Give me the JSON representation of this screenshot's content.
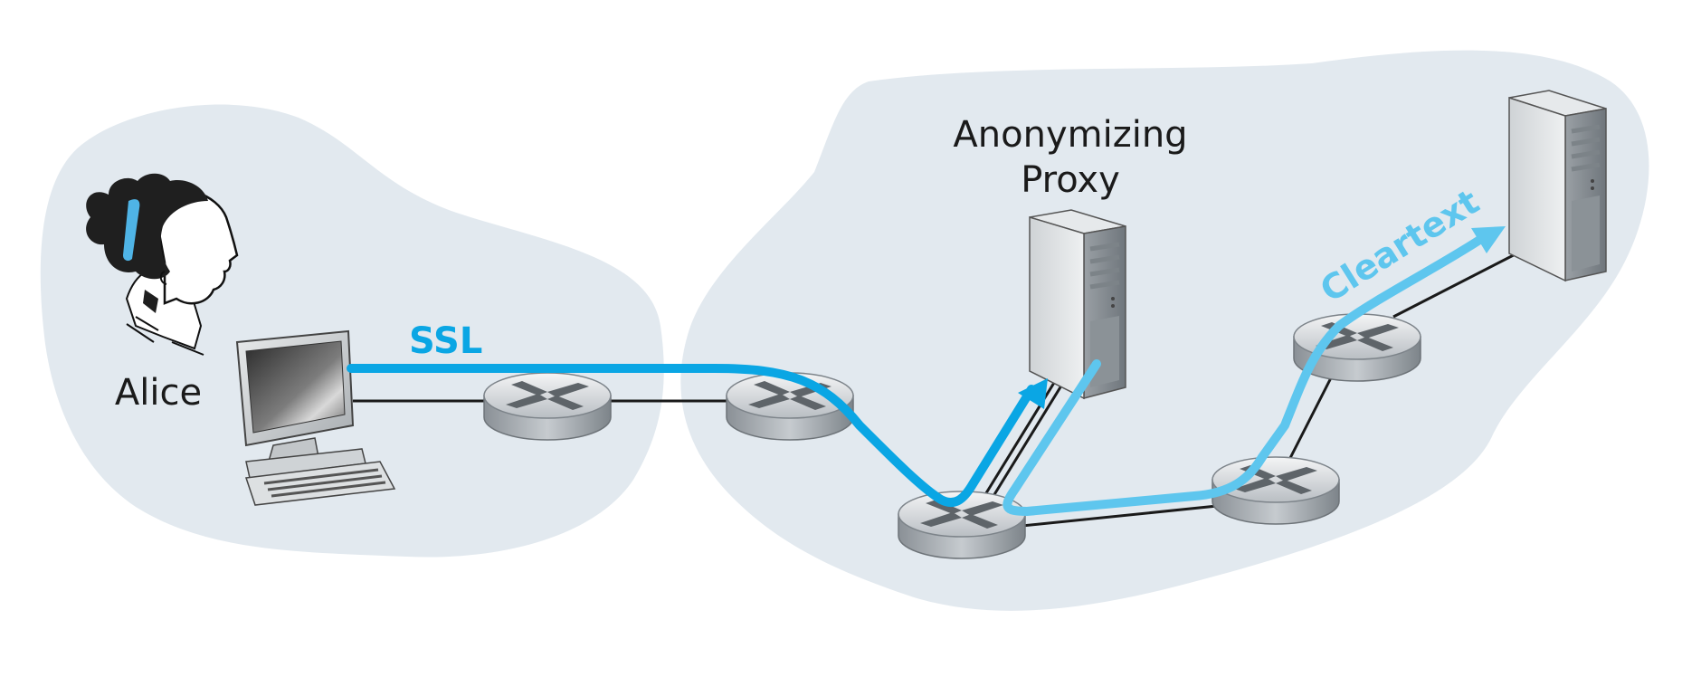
{
  "labels": {
    "person": "Alice",
    "proxy_line1": "Anonymizing",
    "proxy_line2": "Proxy",
    "ssl": "SSL",
    "cleartext": "Cleartext"
  },
  "colors": {
    "cloud": "#e2e9ef",
    "ssl_path": "#0aa6e4",
    "cleartext_path": "#5ec6ee",
    "link": "#1a1a1a",
    "text": "#1a1a1a"
  },
  "icons": [
    "person-icon",
    "desktop-computer-icon",
    "router-icon",
    "server-icon"
  ]
}
